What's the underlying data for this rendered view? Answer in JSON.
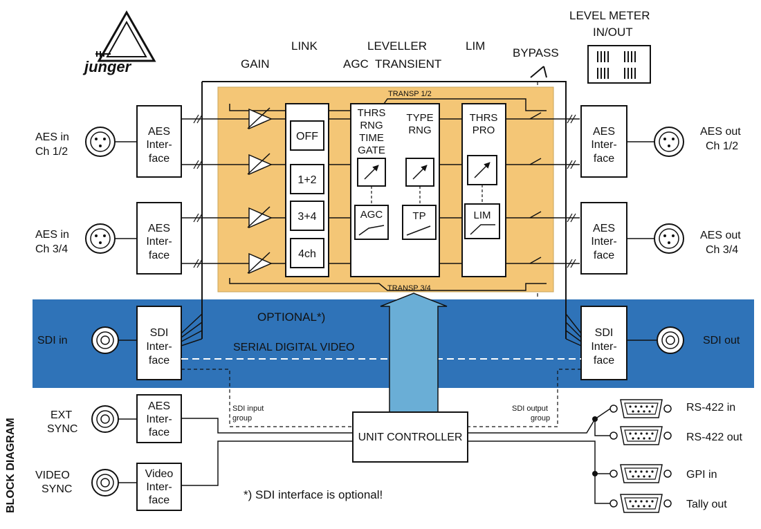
{
  "colors": {
    "processing_area": "#f4c676",
    "sdi_band": "#2f73b8",
    "arrow": "#6aaed6",
    "line": "#111111"
  },
  "logo": {
    "text": "junger"
  },
  "sidebar_title": "BLOCK DIAGRAM",
  "headers": {
    "gain": "GAIN",
    "link": "LINK",
    "leveller": "LEVELLER",
    "agc_transient": "AGC  TRANSIENT",
    "lim": "LIM",
    "bypass": "BYPASS",
    "level_meter": [
      "LEVEL METER",
      "IN/OUT"
    ]
  },
  "transp": {
    "top": "TRANSP 1/2",
    "bottom": "TRANSP 3/4"
  },
  "inputs": {
    "aes_in_12": [
      "AES in",
      "Ch 1/2"
    ],
    "aes_in_34": [
      "AES in",
      "Ch 3/4"
    ],
    "sdi_in": "SDI in",
    "ext_sync": [
      "EXT",
      "SYNC"
    ],
    "video_sync": [
      "VIDEO",
      "SYNC"
    ]
  },
  "outputs": {
    "aes_out_12": [
      "AES out",
      "Ch 1/2"
    ],
    "aes_out_34": [
      "AES out",
      "Ch 3/4"
    ],
    "sdi_out": "SDI out",
    "rs422_in": "RS-422 in",
    "rs422_out": "RS-422 out",
    "gpi_in": "GPI in",
    "tally_out": "Tally out"
  },
  "interfaces": {
    "aes": [
      "AES",
      "Inter-",
      "face"
    ],
    "sdi": [
      "SDI",
      "Inter-",
      "face"
    ],
    "video": [
      "Video",
      "Inter-",
      "face"
    ]
  },
  "link_buttons": [
    "OFF",
    "1+2",
    "3+4",
    "4ch"
  ],
  "leveller_params": [
    "THRS",
    "RNG",
    "TIME",
    "GATE"
  ],
  "transient_params": [
    "TYPE",
    "RNG"
  ],
  "lim_params": [
    "THRS",
    "PRO"
  ],
  "modules": {
    "agc": "AGC",
    "tp": "TP",
    "lim": "LIM"
  },
  "sdi_band": {
    "optional": "OPTIONAL*)",
    "serial_video": "SERIAL DIGITAL VIDEO",
    "input_group": [
      "SDI input",
      "group"
    ],
    "output_group": [
      "SDI output",
      "group"
    ]
  },
  "unit_controller": "UNIT CONTROLLER",
  "footnote": "*) SDI interface is optional!"
}
